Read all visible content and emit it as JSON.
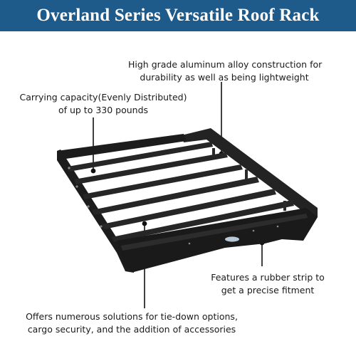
{
  "header": {
    "title": "Overland Series Versatile Roof Rack"
  },
  "callouts": {
    "top_right": {
      "line1": "High grade aluminum alloy construction for",
      "line2": "durability as well as being lightweight"
    },
    "top_left": {
      "line1": "Carrying capacity(Evenly Distributed)",
      "line2": "of up to 330 pounds"
    },
    "mid_right": {
      "line1": "Features a rubber strip to",
      "line2": "get a precise fitment"
    },
    "bottom": {
      "line1": "Offers numerous solutions for tie-down options,",
      "line2": "cargo security, and the addition of accessories"
    }
  },
  "colors": {
    "banner": "#1e5a8a",
    "rack": "#1c1c1c"
  }
}
